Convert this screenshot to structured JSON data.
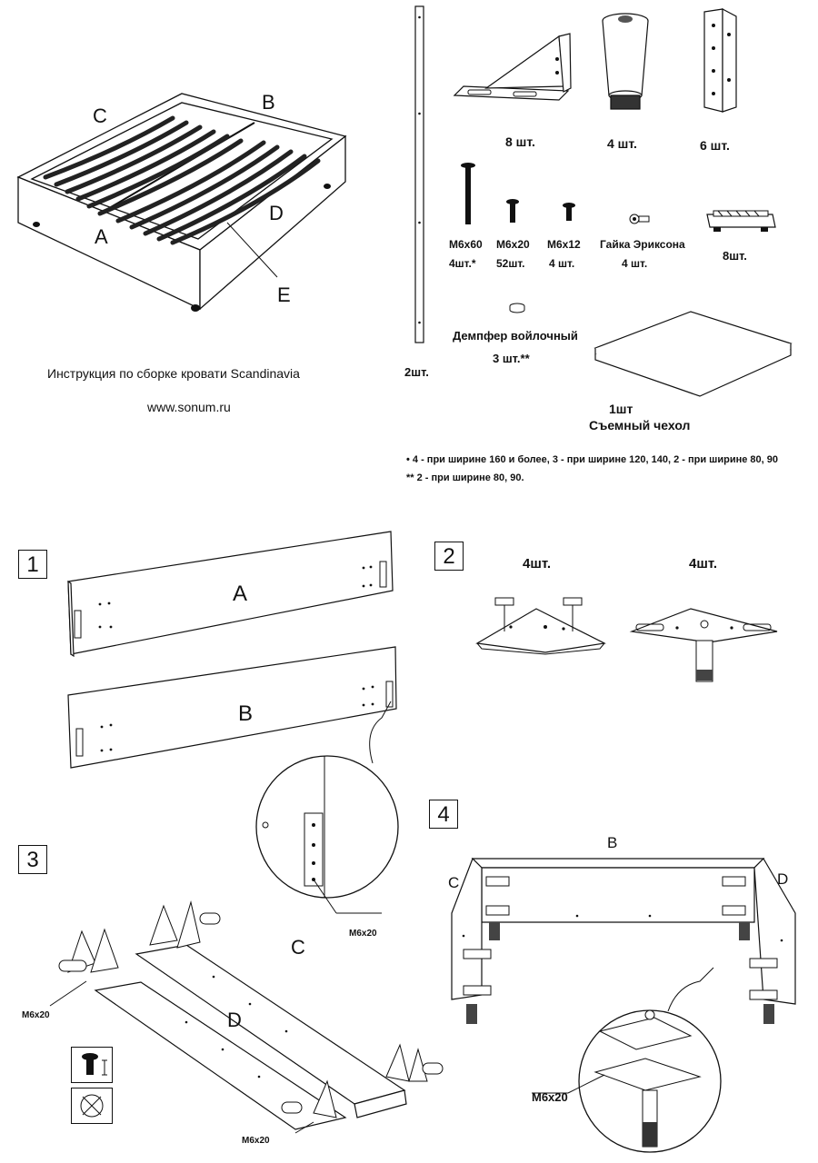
{
  "bed_overview": {
    "labels": {
      "a": "A",
      "b": "B",
      "c": "C",
      "d": "D",
      "e": "E"
    },
    "title": "Инструкция по сборке кровати Scandinavia",
    "website": "www.sonum.ru"
  },
  "parts": {
    "rail_qty": "2шт.",
    "corner_bracket_qty": "8 шт.",
    "leg_qty": "4 шт.",
    "hinge_plate_qty": "6 шт.",
    "bolt_m6x60": {
      "name": "М6х60",
      "qty": "4шт.*"
    },
    "bolt_m6x20": {
      "name": "М6х20",
      "qty": "52шт."
    },
    "bolt_m6x12": {
      "name": "М6х12",
      "qty": "4 шт."
    },
    "erickson_nut": {
      "name": "Гайка Эриксона",
      "qty": "4 шт."
    },
    "slat_holder_qty": "8шт.",
    "felt_damper": {
      "name": "Демпфер войлочный",
      "qty": "3 шт.**"
    },
    "cover": {
      "qty": "1шт",
      "name": "Съемный чехол"
    }
  },
  "footnotes": {
    "note1": "• 4 - при ширине 160 и более, 3 - при ширине 120, 140, 2 - при ширине 80, 90",
    "note2": "** 2 - при ширине 80, 90."
  },
  "steps": {
    "s1": {
      "number": "1",
      "panel_a": "A",
      "panel_b": "B",
      "screw": "М6х20"
    },
    "s2": {
      "number": "2",
      "qty_left": "4шт.",
      "qty_right": "4шт."
    },
    "s3": {
      "number": "3",
      "panel_c": "C",
      "panel_d": "D",
      "screw_left": "М6х20",
      "screw_bottom": "М6х20"
    },
    "s4": {
      "number": "4",
      "label_b": "B",
      "label_c": "C",
      "label_d": "D",
      "screw": "М6х20"
    }
  }
}
